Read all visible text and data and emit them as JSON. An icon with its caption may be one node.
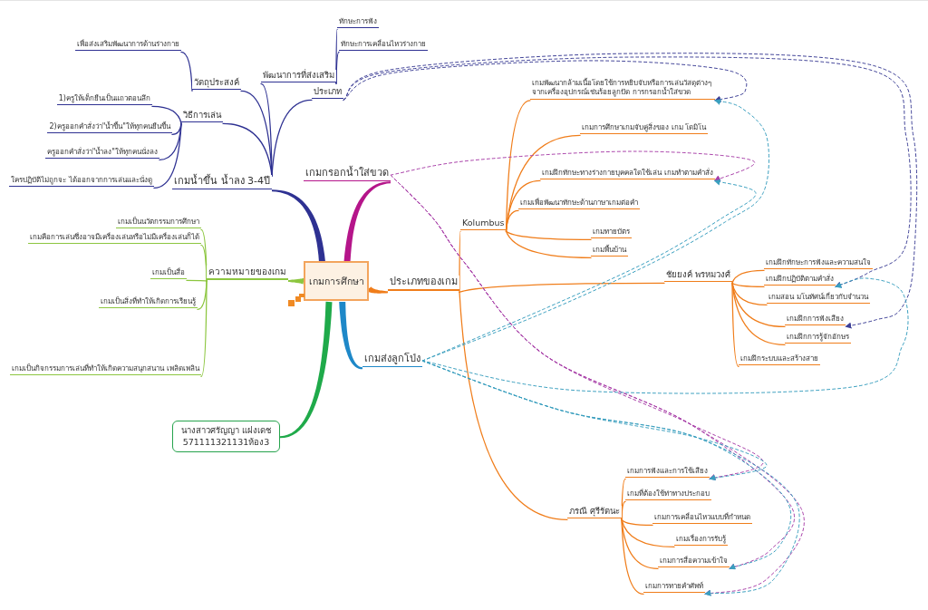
{
  "diagram": {
    "nodes": [
      {
        "text": [
          "เกมการศึกษา"
        ]
      },
      {
        "text": [
          "เกมน้ำขึ้น น้ำลง 3-4ปี"
        ]
      },
      {
        "text": [
          "วัตถุประสงค์"
        ]
      },
      {
        "text": [
          "เพื่อส่งเสริมพัฒนาการด้านร่างกาย"
        ]
      },
      {
        "text": [
          "วิธีการเล่น"
        ]
      },
      {
        "text": [
          "1)ครูให้เด็กยืนเป็นแถวตอนลึก"
        ]
      },
      {
        "text": [
          "2)ครูออกคำสั่งว่า\"น้ำขึ้น\"ให้ทุกคนยืนขึ้น"
        ]
      },
      {
        "text": [
          "ครูออกคำสั่งว่า\"น้ำลง\"ให้ทุกคนนั่งลง"
        ]
      },
      {
        "text": [
          "ใครปฏิบัติไม่ถูกจะ ได้ออกจากการเล่นและนั่งดู"
        ]
      },
      {
        "text": [
          "พัฒนาการที่ส่งเสริม"
        ]
      },
      {
        "text": [
          "ทักษะการฟัง"
        ]
      },
      {
        "text": [
          "ทักษะการเคลื่อนไหวร่างกาย"
        ]
      },
      {
        "text": [
          "ประเภท"
        ]
      },
      {
        "text": [
          "เกมกรอกน้ำใส่ขวด"
        ]
      },
      {
        "text": [
          "ประเภทของเกม"
        ]
      },
      {
        "text": [
          "Kolumbus"
        ]
      },
      {
        "text": [
          "เกมพัฒนากล้ามเนื้อโดยใช้การหยิบจับหรือการเล่นวัสดุต่างๆจากเครื่องอุปกรณ์เช่นร้อยลูกปัด การกรอกน้ำใส่ขวด"
        ]
      },
      {
        "text": [
          "เกมการศึกษาเกมจับคู่สิ่งของ เกม โดมิโน"
        ]
      },
      {
        "text": [
          "เกมฝึกทักษะทางร่างกายบุคคลใดใช้เล่น เกมทำตามคำสั่ง"
        ]
      },
      {
        "text": [
          "เกมเพื่อพัฒนาทักษะด้านภาษาเกมต่อคำ"
        ]
      },
      {
        "text": [
          "เกมทายบัตร"
        ]
      },
      {
        "text": [
          "เกมพื้นบ้าน"
        ]
      },
      {
        "text": [
          "ชัยยงค์ พรหมวงศ์"
        ]
      },
      {
        "text": [
          "เกมฝึกทักษะการฟังและความสนใจ"
        ]
      },
      {
        "text": [
          "เกมฝึกปฏิบัติตามคำสั่ง"
        ]
      },
      {
        "text": [
          "เกมสอน มโนทัศน์เกี่ยวกับจำนวน"
        ]
      },
      {
        "text": [
          "เกมฝึกการฟังเสียง"
        ]
      },
      {
        "text": [
          "เกมฝึกการรู้จักอักษร"
        ]
      },
      {
        "text": [
          "เกมฝึกระบบและสร้างสาย"
        ]
      },
      {
        "text": [
          "ภรณี ศุรีรัตนะ"
        ]
      },
      {
        "text": [
          "เกมการฟังและการใช้เสียง"
        ]
      },
      {
        "text": [
          "เกมที่ต้องใช้ท่าทางประกอบ"
        ]
      },
      {
        "text": [
          "เกมการเคลื่อนไหวแบบที่กำหนด"
        ]
      },
      {
        "text": [
          "เกมเรื่องการรับรู้"
        ]
      },
      {
        "text": [
          "เกมการสื่อความเข้าใจ"
        ]
      },
      {
        "text": [
          "เกมการทายคำศัพท์"
        ]
      },
      {
        "text": [
          "เกมส่งลูกโป่ง"
        ]
      },
      {
        "text": [
          "นางสาวศรัญญา แฝงเดช",
          "571111321131ห้อง3"
        ]
      },
      {
        "text": [
          "ความหมายของเกม"
        ]
      },
      {
        "text": [
          "เกมเป็นนวัตกรรมการศึกษา"
        ]
      },
      {
        "text": [
          "เกมคือการเล่นซึ่งอาจมีเครื่องเล่นหรือไม่มีเครื่องเล่นก็ได้"
        ]
      },
      {
        "text": [
          "เกมเป็นสื่อ"
        ]
      },
      {
        "text": [
          "เกมเป็นสิ่งที่ทำให้เกิดการเรียนรู้"
        ]
      },
      {
        "text": [
          "เกมเป็นกิจกรรมการเล่นที่ทำให้เกิดความสนุกสนาน เพลิดเพลิน"
        ]
      }
    ],
    "edges": [
      {
        "from": 0,
        "to": 1,
        "arrow": "none",
        "style": "thick",
        "color": "#2e3192"
      },
      {
        "from": 1,
        "to": 2,
        "arrow": "none",
        "color": "#2e3192"
      },
      {
        "from": 2,
        "to": 3,
        "arrow": "none",
        "color": "#2e3192"
      },
      {
        "from": 1,
        "to": 4,
        "arrow": "none",
        "color": "#2e3192"
      },
      {
        "from": 4,
        "to": 5,
        "arrow": "none",
        "color": "#2e3192"
      },
      {
        "from": 4,
        "to": 6,
        "arrow": "none",
        "color": "#2e3192"
      },
      {
        "from": 4,
        "to": 7,
        "arrow": "none",
        "color": "#2e3192"
      },
      {
        "from": 4,
        "to": 8,
        "arrow": "none",
        "color": "#2e3192"
      },
      {
        "from": 1,
        "to": 9,
        "arrow": "none",
        "color": "#2e3192"
      },
      {
        "from": 9,
        "to": 10,
        "arrow": "none",
        "color": "#2e3192"
      },
      {
        "from": 9,
        "to": 11,
        "arrow": "none",
        "color": "#2e3192"
      },
      {
        "from": 1,
        "to": 12,
        "arrow": "none",
        "color": "#2e3192"
      },
      {
        "from": 0,
        "to": 13,
        "arrow": "none",
        "style": "thick",
        "color": "#b5158a"
      },
      {
        "from": 0,
        "to": 14,
        "arrow": "none",
        "style": "thick"
      },
      {
        "from": 14,
        "to": 15,
        "arrow": "none"
      },
      {
        "from": 15,
        "to": 16,
        "arrow": "none"
      },
      {
        "from": 15,
        "to": 17,
        "arrow": "none"
      },
      {
        "from": 15,
        "to": 18,
        "arrow": "none"
      },
      {
        "from": 15,
        "to": 19,
        "arrow": "none"
      },
      {
        "from": 15,
        "to": 20,
        "arrow": "none"
      },
      {
        "from": 15,
        "to": 21,
        "arrow": "none"
      },
      {
        "from": 14,
        "to": 22,
        "arrow": "none"
      },
      {
        "from": 22,
        "to": 23,
        "arrow": "none"
      },
      {
        "from": 22,
        "to": 24,
        "arrow": "none"
      },
      {
        "from": 22,
        "to": 25,
        "arrow": "none"
      },
      {
        "from": 22,
        "to": 26,
        "arrow": "none"
      },
      {
        "from": 22,
        "to": 27,
        "arrow": "none"
      },
      {
        "from": 22,
        "to": 28,
        "arrow": "none"
      },
      {
        "from": 14,
        "to": 29,
        "arrow": "none"
      },
      {
        "from": 29,
        "to": 30,
        "arrow": "none"
      },
      {
        "from": 29,
        "to": 31,
        "arrow": "none"
      },
      {
        "from": 29,
        "to": 32,
        "arrow": "none"
      },
      {
        "from": 29,
        "to": 33,
        "arrow": "none"
      },
      {
        "from": 29,
        "to": 34,
        "arrow": "none"
      },
      {
        "from": 29,
        "to": 35,
        "arrow": "none"
      },
      {
        "from": 0,
        "to": 36,
        "arrow": "none",
        "style": "thick",
        "color": "#1e88c8"
      },
      {
        "from": 0,
        "to": 37,
        "arrow": "none",
        "style": "thick",
        "color": "#1faa4a"
      },
      {
        "from": 0,
        "to": 38,
        "arrow": "none",
        "style": "thick",
        "color": "#8cc63f"
      },
      {
        "from": 38,
        "to": 39,
        "arrow": "none",
        "color": "#8cc63f"
      },
      {
        "from": 38,
        "to": 40,
        "arrow": "none",
        "color": "#8cc63f"
      },
      {
        "from": 38,
        "to": 41,
        "arrow": "none",
        "color": "#8cc63f"
      },
      {
        "from": 38,
        "to": 42,
        "arrow": "none",
        "color": "#8cc63f"
      },
      {
        "from": 38,
        "to": 43,
        "arrow": "none",
        "color": "#8cc63f"
      },
      {
        "from": 12,
        "to": 16,
        "arrow": "to",
        "style": "dashed",
        "color": "#3d3f96"
      },
      {
        "from": 12,
        "to": 24,
        "arrow": "to",
        "style": "dashed",
        "color": "#3d3f96"
      },
      {
        "from": 12,
        "to": 26,
        "arrow": "to",
        "style": "dashed",
        "color": "#3d3f96"
      },
      {
        "from": 13,
        "to": 18,
        "arrow": "to",
        "style": "dashed",
        "color": "#a83ea8"
      },
      {
        "from": 13,
        "to": 30,
        "arrow": "to",
        "style": "dashed",
        "color": "#a83ea8"
      },
      {
        "from": 13,
        "to": 34,
        "arrow": "to",
        "style": "dashed",
        "color": "#a83ea8"
      },
      {
        "from": 13,
        "to": 35,
        "arrow": "to",
        "style": "dashed",
        "color": "#a83ea8"
      },
      {
        "from": 36,
        "to": 16,
        "arrow": "to",
        "style": "dashed",
        "color": "#3a9fbf"
      },
      {
        "from": 36,
        "to": 18,
        "arrow": "to",
        "style": "dashed",
        "color": "#3a9fbf"
      },
      {
        "from": 36,
        "to": 24,
        "arrow": "to",
        "style": "dashed",
        "color": "#3a9fbf"
      },
      {
        "from": 36,
        "to": 30,
        "arrow": "to",
        "style": "dashed",
        "color": "#3a9fbf"
      },
      {
        "from": 36,
        "to": 34,
        "arrow": "to",
        "style": "dashed",
        "color": "#3a9fbf"
      },
      {
        "from": 36,
        "to": 35,
        "arrow": "to",
        "style": "dashed",
        "color": "#3a9fbf"
      }
    ]
  }
}
